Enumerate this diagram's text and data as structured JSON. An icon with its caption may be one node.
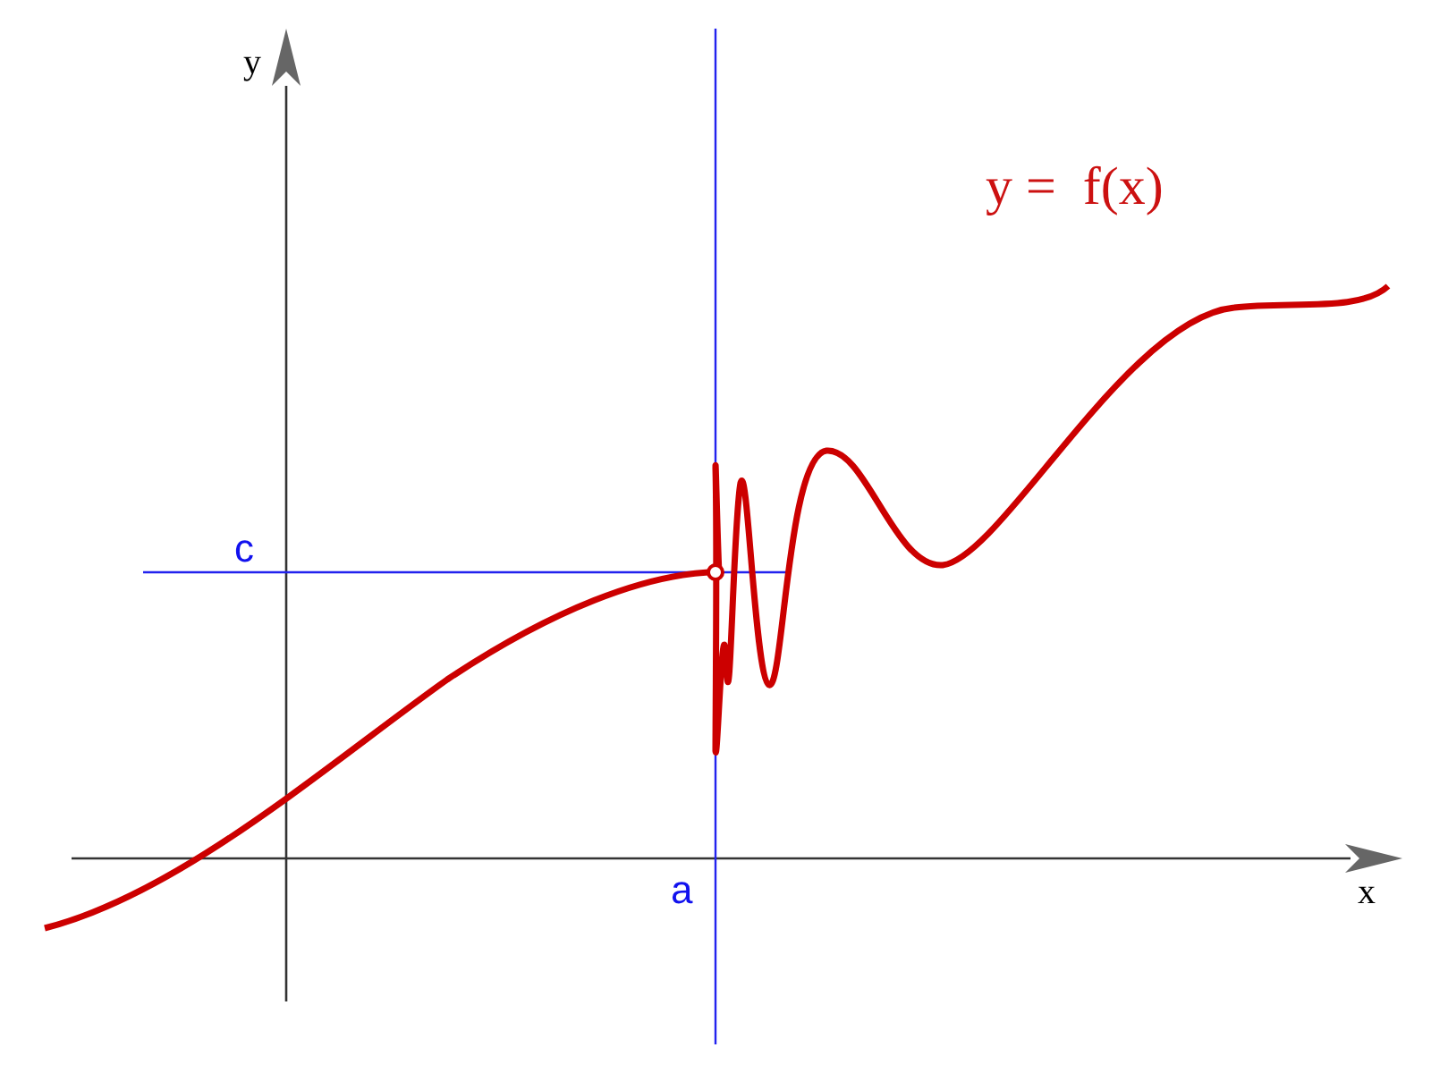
{
  "diagram": {
    "labels": [
      "y",
      "y =  f(x)",
      "c",
      "a",
      "x"
    ]
  }
}
